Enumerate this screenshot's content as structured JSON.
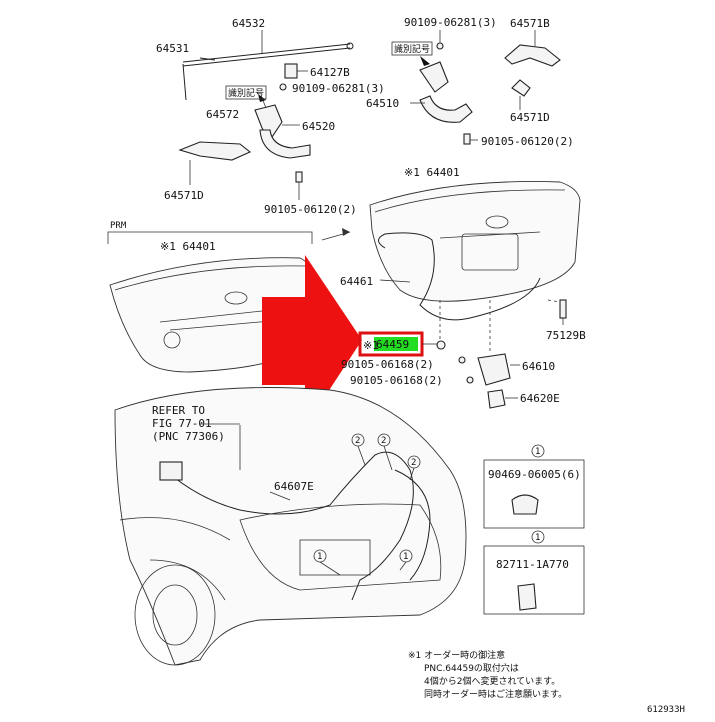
{
  "parts": {
    "p64532": "64532",
    "p64531": "64531",
    "p64127B": "64127B",
    "p90109_left": "90109-06281(3)",
    "p90109_right": "90109-06281(3)",
    "p64571B": "64571B",
    "id_mark_left": "識別記号",
    "id_mark_right": "識別記号",
    "p64572": "64572",
    "p64520": "64520",
    "p64510": "64510",
    "p64571D_left": "64571D",
    "p64571D_right": "64571D",
    "p90105_upper_right": "90105-06120(2)",
    "p90105_lower_left": "90105-06120(2)",
    "p64401_right": "※1 64401",
    "p64401_left": "※1 64401",
    "prm": "PRM",
    "p64461": "64461",
    "p75129B": "75129B",
    "p64459_prefix": "※1",
    "p64459": "64459",
    "p90105_06168_a": "90105-06168(2)",
    "p90105_06168_b": "90105-06168(2)",
    "p64610": "64610",
    "p64620E": "64620E",
    "p64607E": "64607E",
    "refer_line1": "REFER TO",
    "refer_line2": "FIG 77-01",
    "refer_line3": "(PNC 77306)",
    "circle1": "1",
    "circle2": "2",
    "p90469": "90469-06005(6)",
    "p82711": "82711-1A770",
    "diagram_id": "612933H"
  },
  "note": {
    "line1": "※1 オーダー時の御注意",
    "line2": "PNC.64459の取付穴は",
    "line3": "4個から2個へ変更されています。",
    "line4": "同時オーダー時はご注意願います。"
  },
  "colors": {
    "highlight_fill": "#22dd22",
    "highlight_border": "#dd1111",
    "arrow": "#ee1111",
    "line": "#222222"
  }
}
